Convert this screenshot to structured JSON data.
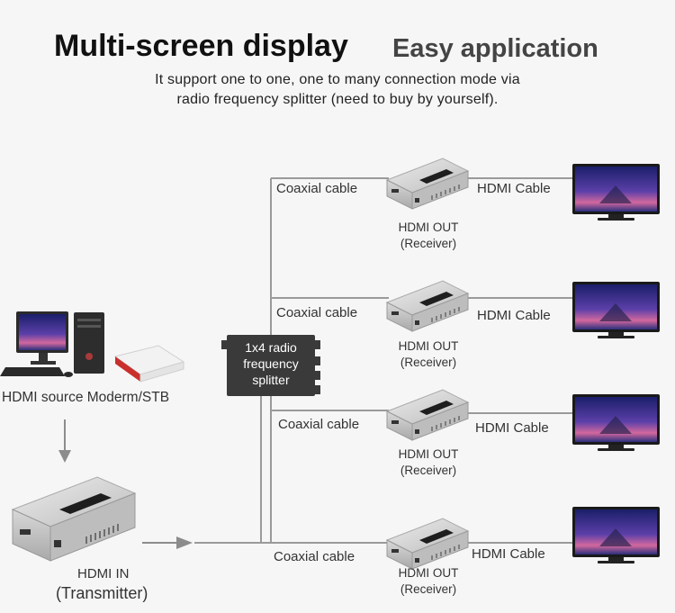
{
  "header": {
    "title": "Multi-screen display",
    "subtitle": "Easy application",
    "description_line1": "It support one to one, one to many connection mode via",
    "description_line2": "radio frequency splitter (need to buy by yourself)."
  },
  "source": {
    "label": "HDMI source Moderm/STB"
  },
  "transmitter": {
    "line1": "HDMI IN",
    "line2": "(Transmitter)"
  },
  "splitter": {
    "line1": "1x4 radio",
    "line2": "frequency",
    "line3": "splitter"
  },
  "outputs": [
    {
      "coax_label": "Coaxial cable",
      "hdmi_label": "HDMI Cable",
      "out_line1": "HDMI OUT",
      "out_line2": "(Receiver)"
    },
    {
      "coax_label": "Coaxial cable",
      "hdmi_label": "HDMI Cable",
      "out_line1": "HDMI OUT",
      "out_line2": "(Receiver)"
    },
    {
      "coax_label": "Coaxial cable",
      "hdmi_label": "HDMI Cable",
      "out_line1": "HDMI OUT",
      "out_line2": "(Receiver)"
    },
    {
      "coax_label": "Coaxial cable",
      "hdmi_label": "HDMI Cable",
      "out_line1": "HDMI OUT",
      "out_line2": "(Receiver)"
    }
  ],
  "colors": {
    "line": "#9a9a9a",
    "arrow": "#8c8c8c",
    "splitter_fill": "#3a3a3a",
    "device_body": "#c9c9c9",
    "device_top": "#e2e2e2",
    "device_panel": "#1e1e1e"
  }
}
